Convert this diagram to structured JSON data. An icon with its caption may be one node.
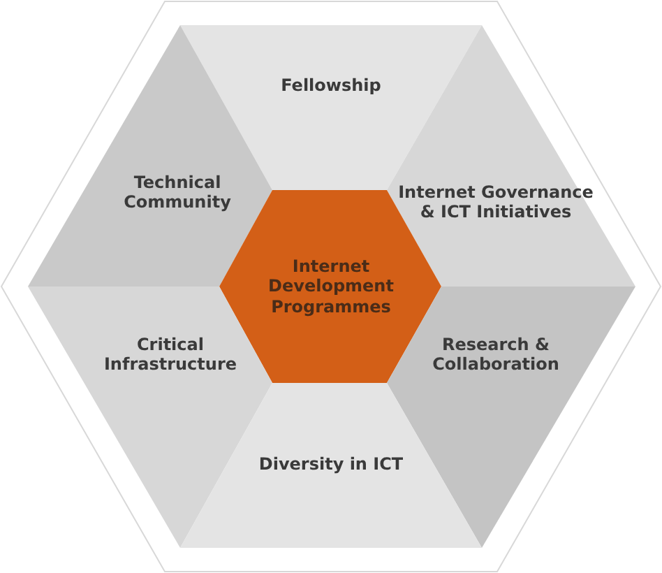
{
  "diagram": {
    "nodes": [
      {
        "text": [
          "Fellowship"
        ]
      },
      {
        "text": [
          "Technical Community"
        ]
      },
      {
        "text": [
          "Internet Governance & ICT Initiatives"
        ]
      },
      {
        "text": [
          "Internet Development Programmes"
        ]
      },
      {
        "text": [
          "Critical Infrastructure"
        ]
      },
      {
        "text": [
          "Research & Collaboration"
        ]
      },
      {
        "text": [
          "Diversity in ICT"
        ]
      }
    ]
  }
}
